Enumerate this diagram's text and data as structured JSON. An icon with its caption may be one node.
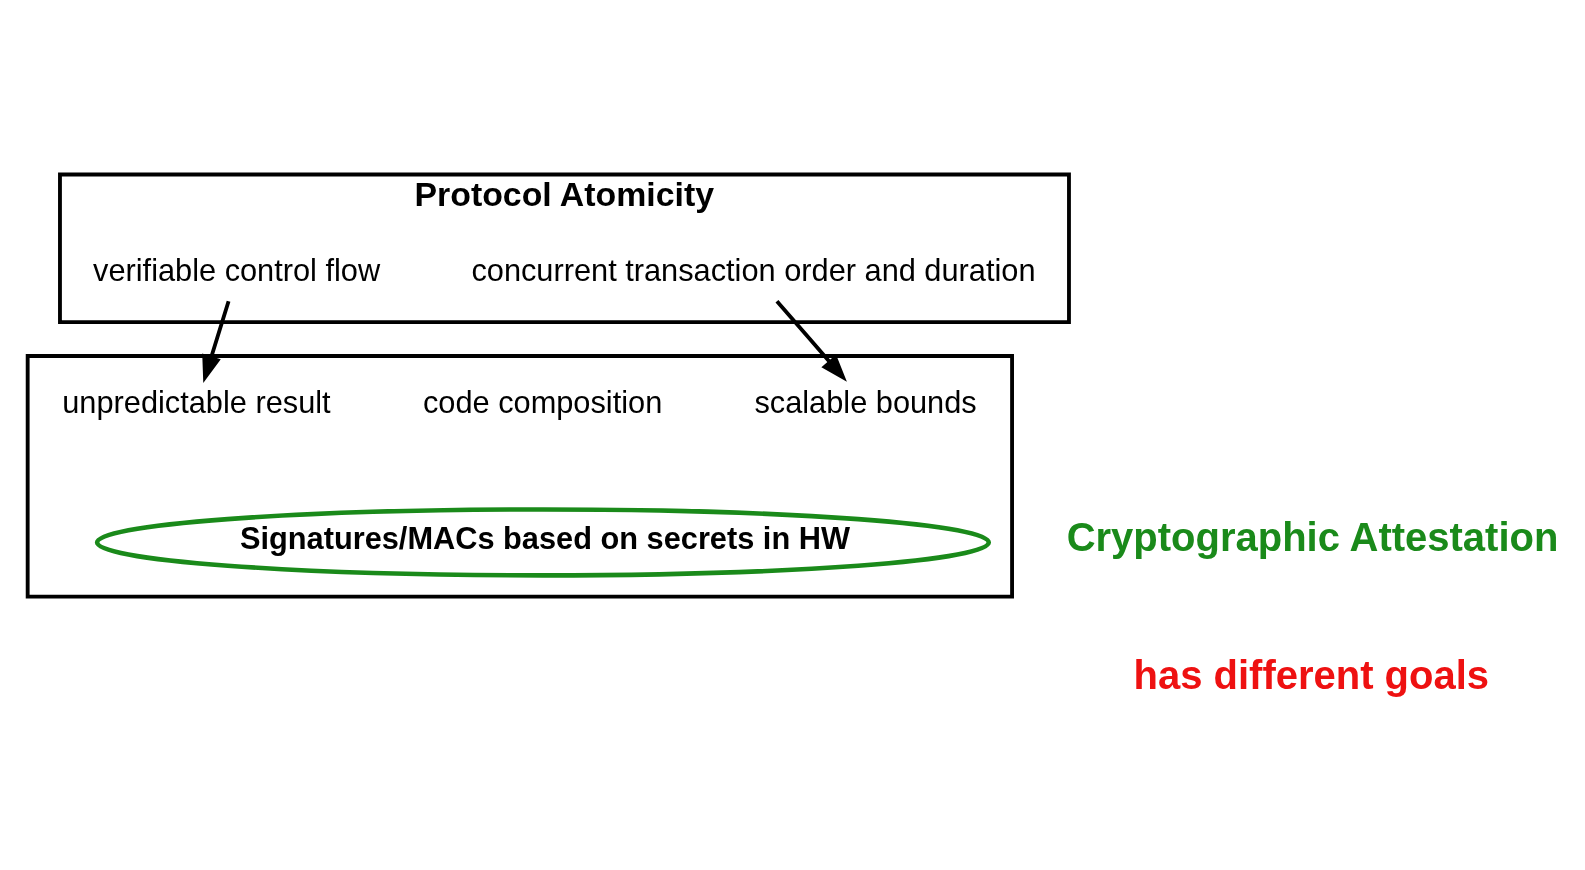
{
  "diagram": {
    "nodes": [
      {
        "text": [
          "Protocol Atomicity"
        ]
      },
      {
        "text": [
          "verifiable control flow"
        ],
        "in": 0
      },
      {
        "text": [
          "concurrent transaction order and duration"
        ],
        "in": 0
      },
      {
        "text": [],
        "shape": "box"
      },
      {
        "text": [
          "unpredictable result"
        ],
        "in": 3
      },
      {
        "text": [
          "code composition"
        ],
        "in": 3
      },
      {
        "text": [
          "scalable bounds"
        ],
        "in": 3
      },
      {
        "text": [
          "Signatures/MACs based on secrets in HW"
        ],
        "in": 3,
        "beside": [
          "Cryptographic Attestation"
        ]
      }
    ],
    "edges": [
      {
        "from": 1,
        "to": 4,
        "arrow": "to"
      },
      {
        "from": 2,
        "to": 6,
        "arrow": "to"
      }
    ],
    "labels": [
      "has different goals"
    ]
  }
}
